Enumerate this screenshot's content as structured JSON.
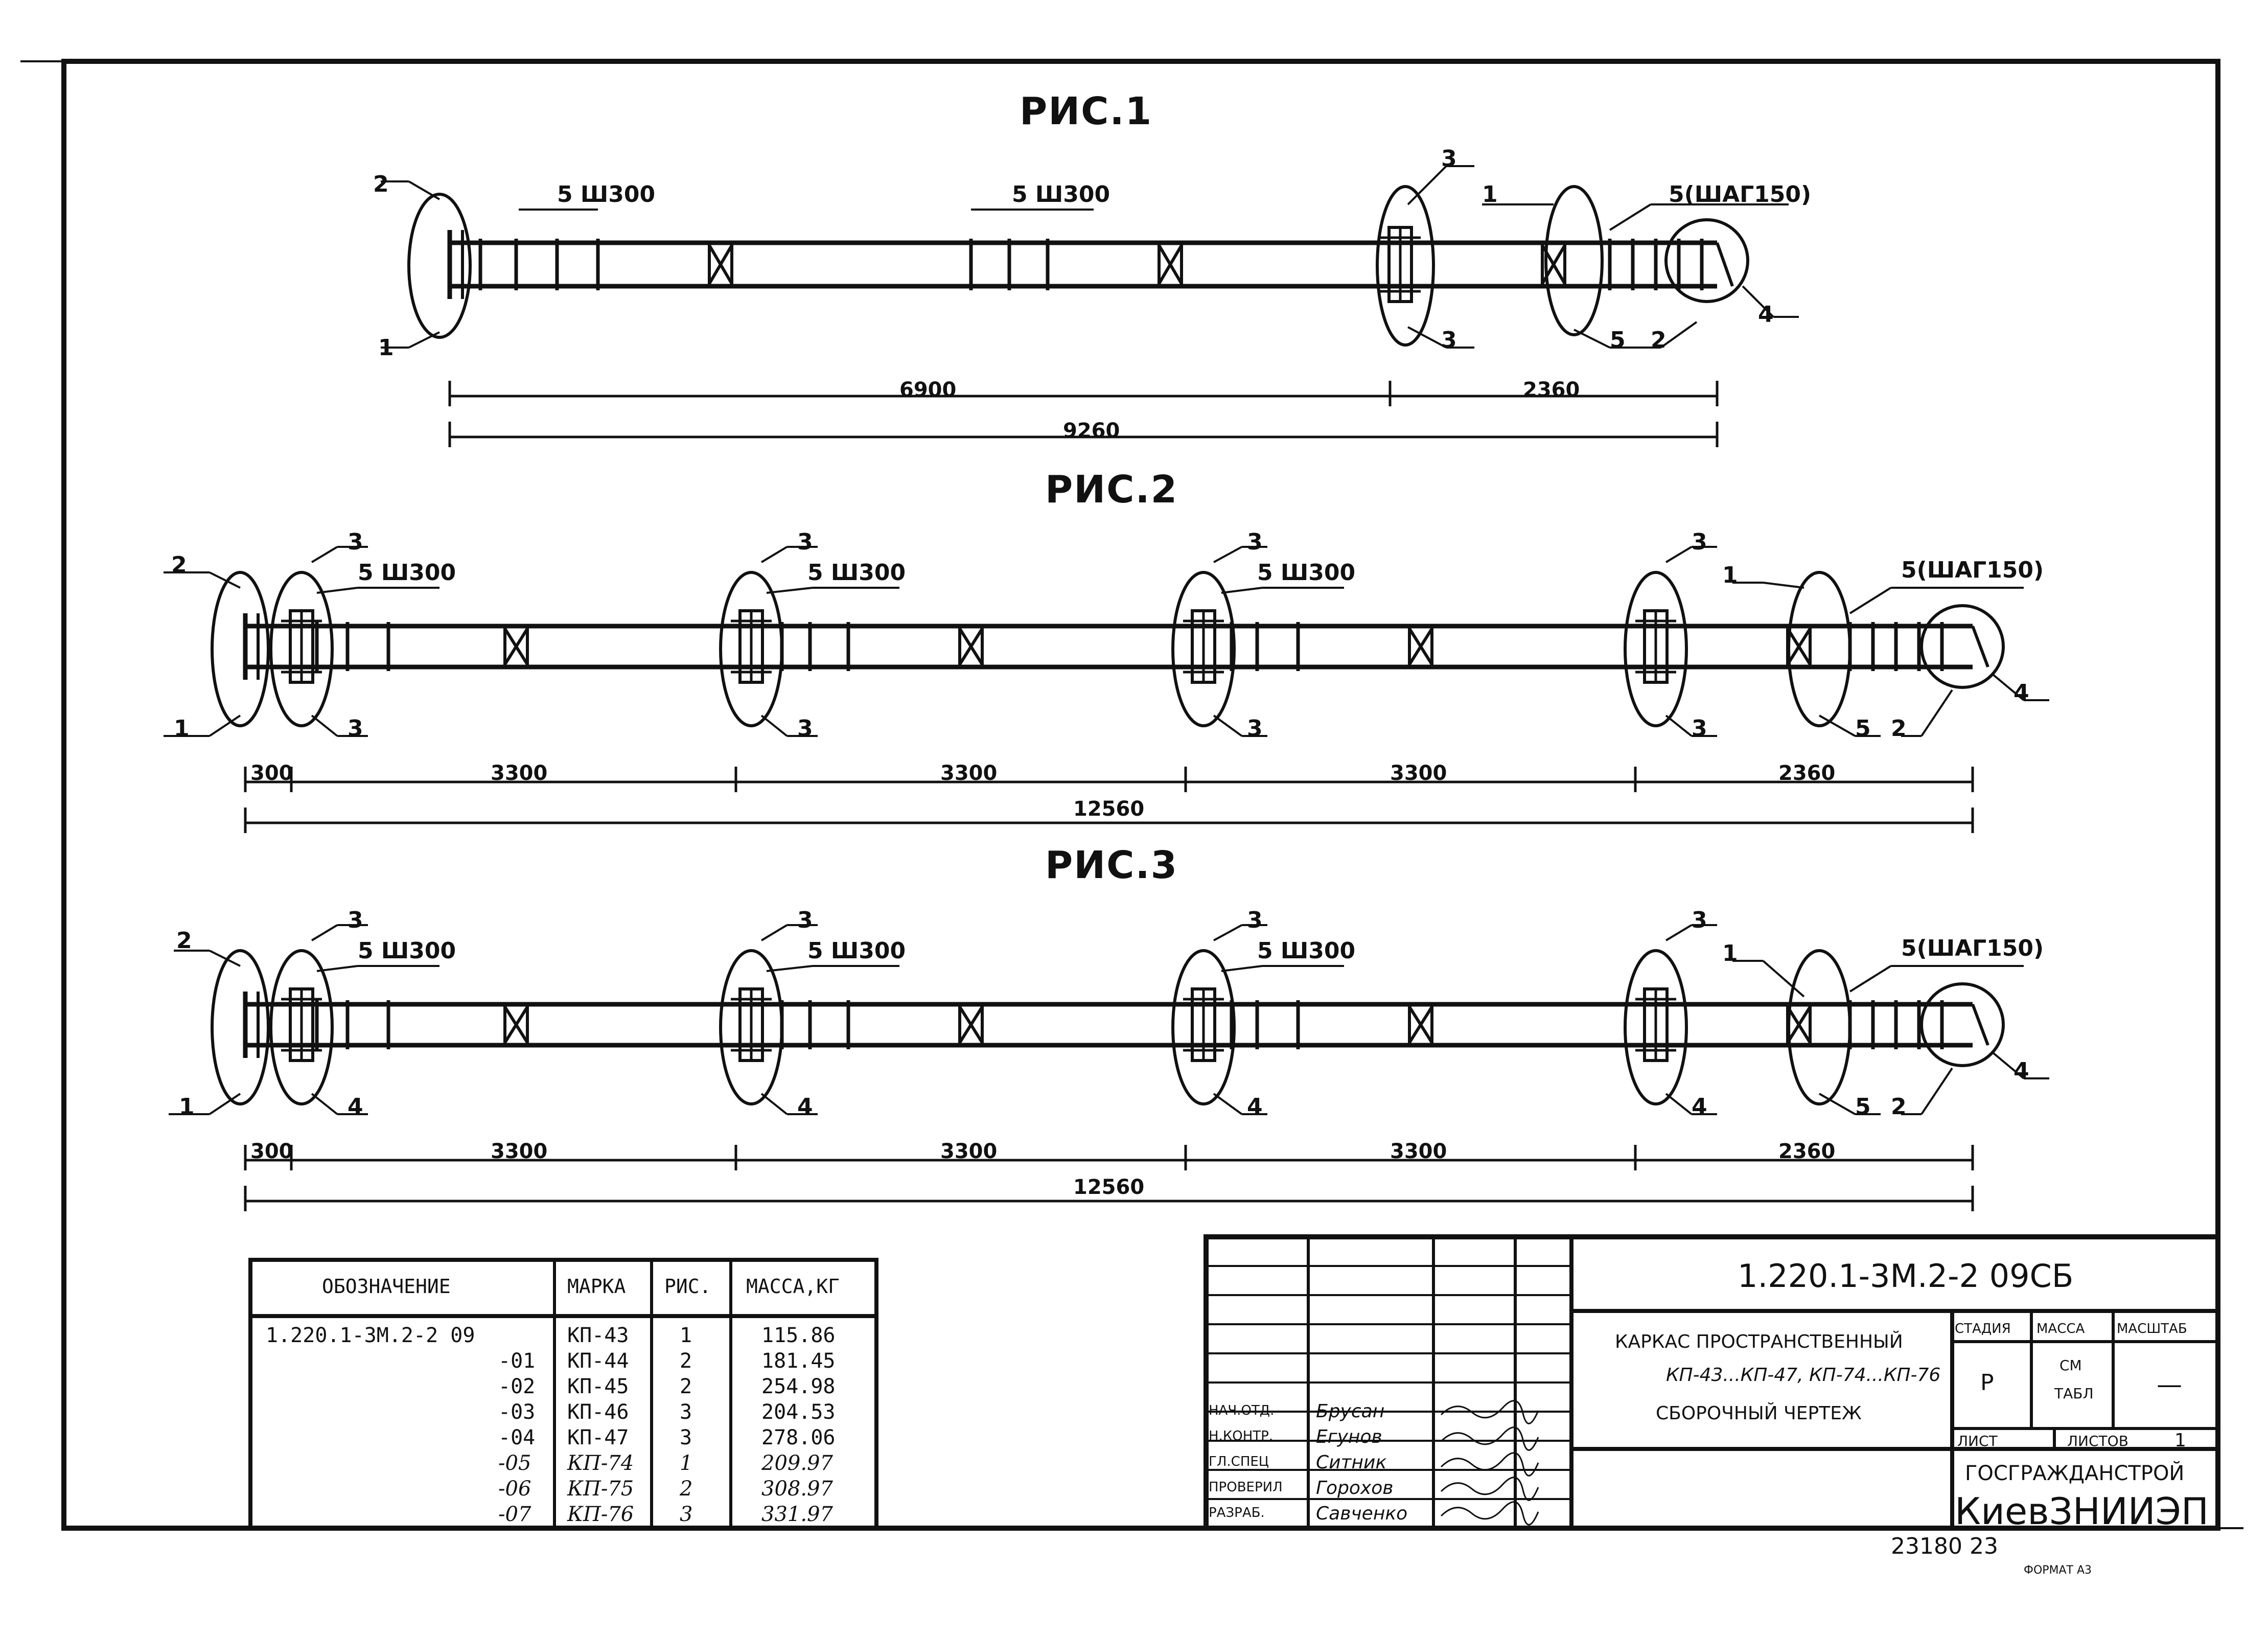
{
  "figures": [
    {
      "title": "РИС.1",
      "leaders": [
        "2",
        "1",
        "5 Ш300",
        "5 Ш300",
        "3",
        "3",
        "1",
        "5(ШАГ150)",
        "5",
        "2",
        "4"
      ],
      "dims": [
        "6900",
        "2360",
        "9260"
      ]
    },
    {
      "title": "РИС.2",
      "leaders": [
        "2",
        "1",
        "3",
        "3",
        "5 Ш300",
        "3",
        "3",
        "5 Ш300",
        "3",
        "3",
        "5 Ш300",
        "3",
        "3",
        "1",
        "5(ШАГ150)",
        "5",
        "2",
        "4"
      ],
      "dims": [
        "300",
        "3300",
        "3300",
        "3300",
        "2360",
        "12560"
      ]
    },
    {
      "title": "РИС.3",
      "leaders": [
        "2",
        "1",
        "3",
        "4",
        "5 Ш300",
        "3",
        "4",
        "5 Ш300",
        "3",
        "4",
        "5 Ш300",
        "3",
        "4",
        "1",
        "5(ШАГ150)",
        "5",
        "2",
        "4"
      ],
      "dims": [
        "300",
        "3300",
        "3300",
        "3300",
        "2360",
        "12560"
      ]
    }
  ],
  "spec_table": {
    "headers": [
      "ОБОЗНАЧЕНИЕ",
      "МАРКА",
      "РИС.",
      "МАССА,КГ"
    ],
    "rows": [
      {
        "designation": "1.220.1-3М.2-2 09",
        "mark": "КП-43",
        "fig": "1",
        "mass": "115.86"
      },
      {
        "designation": "-01",
        "mark": "КП-44",
        "fig": "2",
        "mass": "181.45"
      },
      {
        "designation": "-02",
        "mark": "КП-45",
        "fig": "2",
        "mass": "254.98"
      },
      {
        "designation": "-03",
        "mark": "КП-46",
        "fig": "3",
        "mass": "204.53"
      },
      {
        "designation": "-04",
        "mark": "КП-47",
        "fig": "3",
        "mass": "278.06"
      },
      {
        "designation": "-05",
        "mark": "КП-74",
        "fig": "1",
        "mass": "209.97"
      },
      {
        "designation": "-06",
        "mark": "КП-75",
        "fig": "2",
        "mass": "308.97"
      },
      {
        "designation": "-07",
        "mark": "КП-76",
        "fig": "3",
        "mass": "331.97"
      }
    ]
  },
  "title_block": {
    "code": "1.220.1-3М.2-2 09СБ",
    "name_line1": "КАРКАС ПРОСТРАНСТВЕННЫЙ",
    "name_line2": "КП-43...КП-47, КП-74...КП-76",
    "name_line3": "СБОРОЧНЫЙ ЧЕРТЕЖ",
    "stage_label": "СТАДИЯ",
    "mass_label": "МАССА",
    "scale_label": "МАСШТАБ",
    "stage_value": "Р",
    "mass_value_1": "СМ",
    "mass_value_2": "ТАБЛ",
    "scale_value": "—",
    "sheet_label": "ЛИСТ",
    "sheets_label": "ЛИСТОВ",
    "sheets_value": "1",
    "org1": "ГОСГРАЖДАНСТРОЙ",
    "org2": "КиевЗНИИЭП",
    "roles": [
      {
        "role": "НАЧ.ОТД.",
        "name": "Брусан"
      },
      {
        "role": "Н.КОНТР.",
        "name": "Егунов"
      },
      {
        "role": "ГЛ.СПЕЦ",
        "name": "Ситник"
      },
      {
        "role": "ПРОВЕРИЛ",
        "name": "Горохов"
      },
      {
        "role": "РАЗРАБ.",
        "name": "Савченко"
      }
    ],
    "inventory": "23180 23",
    "format": "ФОРМАТ А3"
  }
}
